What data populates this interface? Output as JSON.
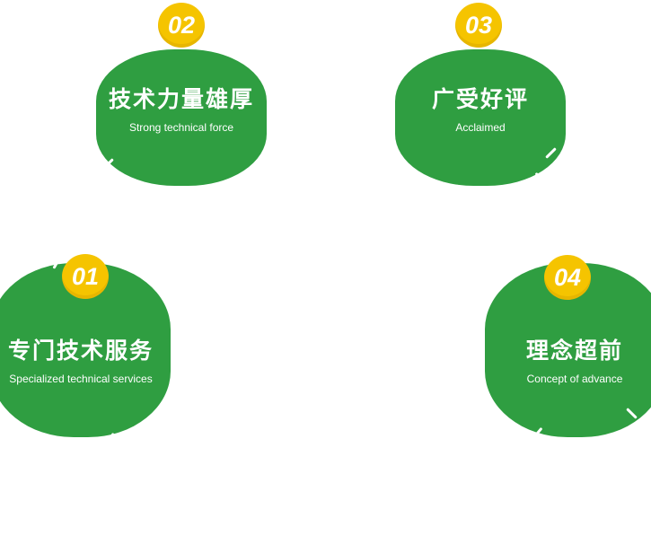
{
  "page": {
    "background": "#ffffff"
  },
  "colors": {
    "block_green": "#2f9e41",
    "badge_gold": "#f5c400",
    "text_white": "#ffffff"
  },
  "features": [
    {
      "number": "01",
      "title": "专门技术服务",
      "subtitle": "Specialized technical services"
    },
    {
      "number": "02",
      "title": "技术力量雄厚",
      "subtitle": "Strong technical force"
    },
    {
      "number": "03",
      "title": "广受好评",
      "subtitle": "Acclaimed"
    },
    {
      "number": "04",
      "title": "理念超前",
      "subtitle": "Concept of advance"
    }
  ]
}
